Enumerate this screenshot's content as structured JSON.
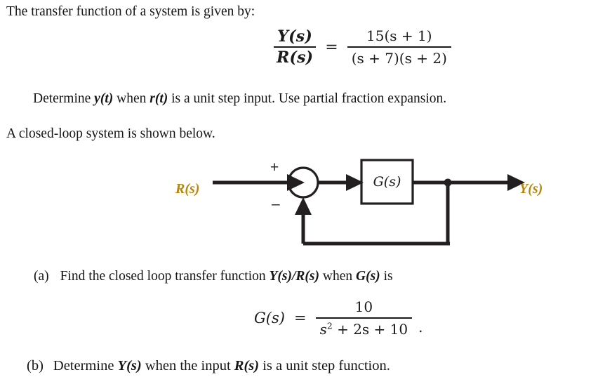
{
  "document": {
    "intro_line": "The transfer function of a system is given by:",
    "determine_line": {
      "pre": "Determine ",
      "var_y": "y(t)",
      "mid": " when ",
      "var_r": "r(t)",
      "post": " is a unit step input.  Use partial fraction expansion."
    },
    "closed_loop_line": "A closed-loop system is shown below."
  },
  "equations": {
    "transfer_function": {
      "lhs_numerator": "Y(s)",
      "lhs_denominator": "R(s)",
      "equals": "=",
      "rhs_numerator": "15(s + 1)",
      "rhs_denominator": "(s + 7)(s + 2)"
    },
    "g_of_s": {
      "name": "G(s)",
      "equals": "=",
      "numerator": "10",
      "denominator_lead": "s",
      "denominator_power": "2",
      "denominator_rest": " + 2s + 10",
      "trailing_punctuation": "."
    }
  },
  "block_diagram": {
    "input_label": "R(s)",
    "output_label": "Y(s)",
    "block_label": "G(s)",
    "sum_positive_sign": "+",
    "sum_negative_sign": "–",
    "label_color": "#b8860b",
    "line_color": "#231f20"
  },
  "questions": [
    {
      "marker": "(a)",
      "pre": "Find the closed loop transfer function ",
      "emph1": "Y(s)/R(s)",
      "mid": " when ",
      "emph2": "G(s)",
      "post": " is"
    },
    {
      "marker": "(b)",
      "pre": "Determine ",
      "emph1": "Y(s)",
      "mid": " when the input ",
      "emph2": "R(s)",
      "post": " is a unit step function."
    }
  ]
}
